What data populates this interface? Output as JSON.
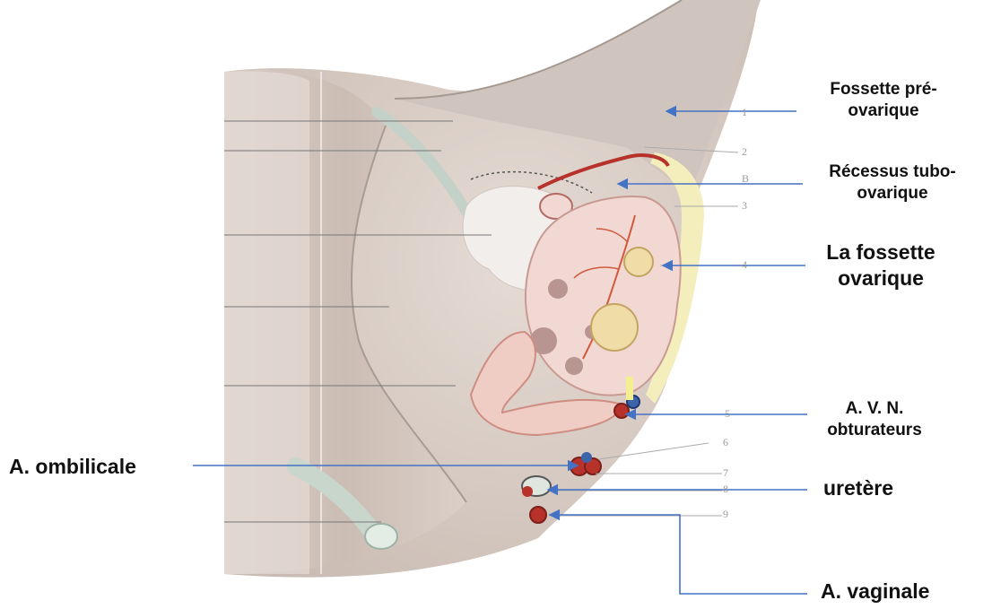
{
  "labels": {
    "fossette_pre_ovarique": "Fossette pré-ovarique",
    "recessus_tubo_ovarique": "Récessus tubo-ovarique",
    "fossette_ovarique": "La fossette ovarique",
    "avn_obturateurs": "A. V. N. obturateurs",
    "ombilicale": "A. ombilicale",
    "uretere": "uretère",
    "vaginale": "A. vaginale"
  },
  "numbers": [
    "1",
    "2",
    "B",
    "3",
    "4",
    "5",
    "6",
    "7",
    "8",
    "9"
  ],
  "colors": {
    "arrow": "#4472c4",
    "peritoneum": "#d7cbc3",
    "ovary": "#f1d8d2",
    "vessel_red": "#b6322a",
    "vessel_blue": "#3d63a8",
    "ureter": "#dfe6df",
    "fat": "#f3eebb"
  }
}
